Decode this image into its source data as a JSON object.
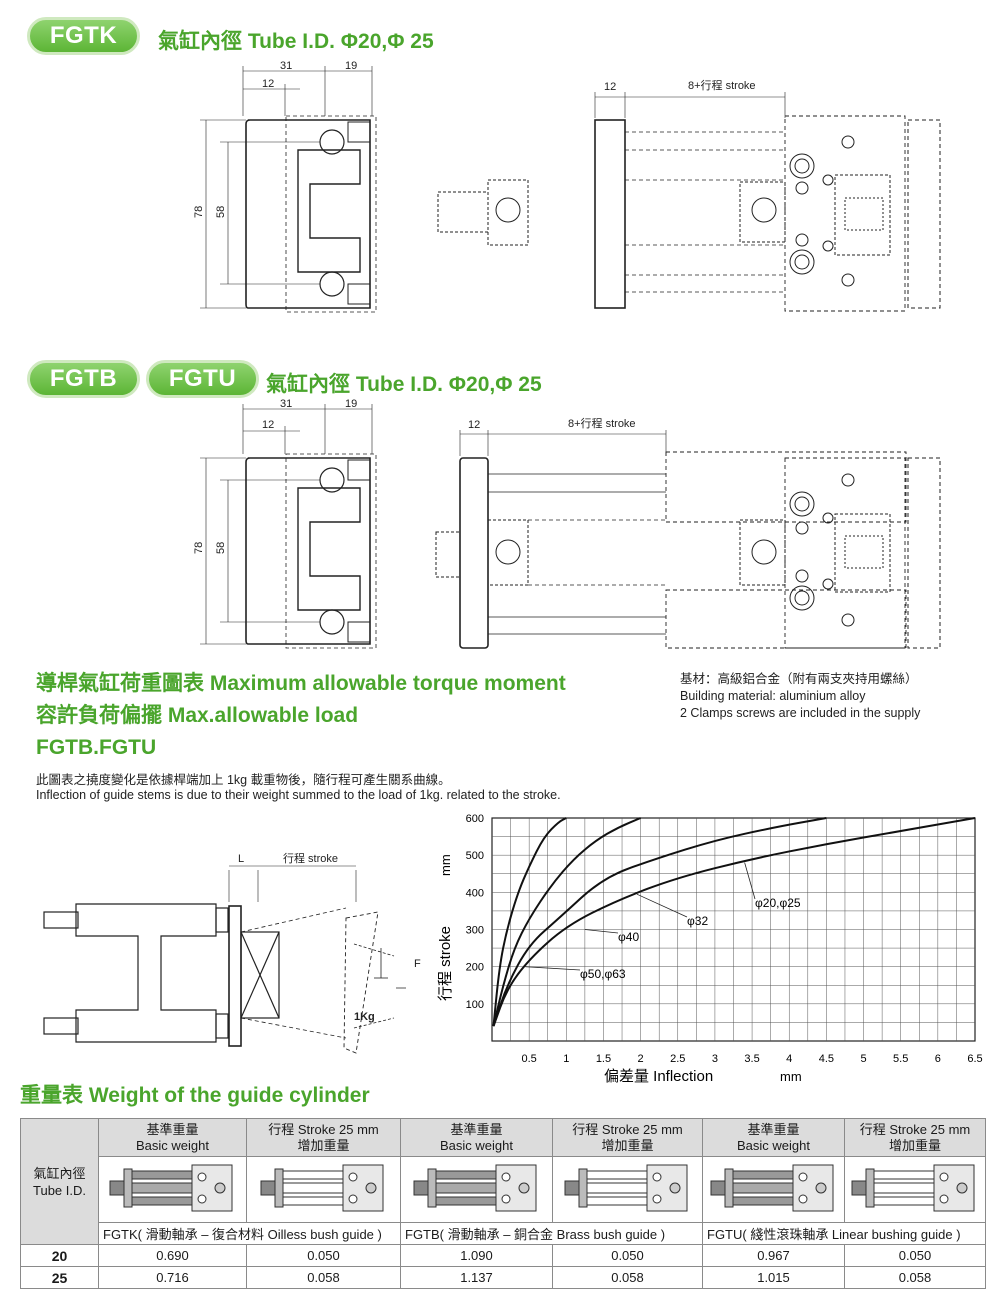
{
  "section1": {
    "badge": "FGTK",
    "title": "氣缸內徑 Tube I.D. Φ20,Φ 25",
    "dims": {
      "d31": "31",
      "d19": "19",
      "d12": "12",
      "d78": "78",
      "d58": "58",
      "d12b": "12",
      "stroke": "8+行程 stroke"
    }
  },
  "section2": {
    "badge1": "FGTB",
    "badge2": "FGTU",
    "title": "氣缸內徑 Tube I.D. Φ20,Φ 25",
    "dims": {
      "d31": "31",
      "d19": "19",
      "d12": "12",
      "d78": "78",
      "d58": "58",
      "d12b": "12",
      "stroke": "8+行程 stroke"
    }
  },
  "torque": {
    "line1": "導桿氣缸荷重圖表 Maximum allowable torque moment",
    "line2": "容許負荷偏擺 Max.allowable load",
    "line3": "FGTB.FGTU",
    "desc_cn": "此圖表之撓度變化是依據桿端加上 1kg 載重物後，隨行程可產生關系曲線。",
    "desc_en": "Inflection of guide stems is due to their weight summed to the load of 1kg. related to the stroke."
  },
  "material": {
    "line1": "基材：高級鋁合金（附有兩支夾持用螺絲）",
    "line2": "Building material: aluminium alloy",
    "line3": "2 Clamps screws are included in the supply"
  },
  "diagram": {
    "L": "L",
    "stroke": "行程 stroke",
    "F": "F",
    "load": "1Kg"
  },
  "chart_data": {
    "type": "line",
    "xlabel": "偏差量 Inflection",
    "xunit": "mm",
    "ylabel": "行程 stroke",
    "yunit": "mm",
    "xlim": [
      0,
      6.5
    ],
    "ylim": [
      0,
      600
    ],
    "xticks": [
      "0.5",
      "1",
      "1.5",
      "2",
      "2.5",
      "3",
      "3.5",
      "4",
      "4.5",
      "5",
      "5.5",
      "6",
      "6.5"
    ],
    "yticks": [
      "100",
      "200",
      "300",
      "400",
      "500",
      "600"
    ],
    "grid": true,
    "series": [
      {
        "name": "φ50,φ63",
        "x": [
          0.02,
          0.1,
          0.2,
          0.35,
          0.5,
          0.7,
          0.9,
          1.0
        ],
        "y": [
          40,
          200,
          300,
          400,
          470,
          550,
          590,
          600
        ]
      },
      {
        "name": "φ40",
        "x": [
          0.02,
          0.15,
          0.3,
          0.5,
          0.8,
          1.1,
          1.4,
          1.7,
          2.0
        ],
        "y": [
          40,
          150,
          250,
          330,
          420,
          490,
          540,
          575,
          600
        ]
      },
      {
        "name": "φ32",
        "x": [
          0.02,
          0.2,
          0.5,
          0.9,
          1.5,
          2.2,
          3.0,
          3.8,
          4.5
        ],
        "y": [
          40,
          150,
          260,
          330,
          440,
          490,
          540,
          575,
          600
        ]
      },
      {
        "name": "φ20,φ25",
        "x": [
          0.02,
          0.2,
          0.5,
          1.0,
          1.7,
          2.5,
          3.5,
          4.5,
          5.5,
          6.5
        ],
        "y": [
          40,
          140,
          220,
          310,
          380,
          440,
          490,
          530,
          565,
          600
        ]
      }
    ]
  },
  "weights": {
    "title": "重量表 Weight of the guide cylinder",
    "tube_label": "氣缸內徑\nTube I.D.",
    "headers": [
      {
        "cn": "基準重量",
        "en": "Basic weight"
      },
      {
        "cn": "行程 Stroke 25 mm",
        "en": "增加重量"
      },
      {
        "cn": "基準重量",
        "en": "Basic weight"
      },
      {
        "cn": "行程 Stroke 25 mm",
        "en": "增加重量"
      },
      {
        "cn": "基準重量",
        "en": "Basic weight"
      },
      {
        "cn": "行程 Stroke 25 mm",
        "en": "增加重量"
      }
    ],
    "groups": [
      "FGTK( 滑動軸承 – 復合材料 Oilless bush guide )",
      "FGTB( 滑動軸承 – 銅合金 Brass bush guide )",
      "FGTU( 綫性滾珠軸承 Linear bushing guide )"
    ],
    "rows": [
      {
        "size": "20",
        "values": [
          "0.690",
          "0.050",
          "1.090",
          "0.050",
          "0.967",
          "0.050"
        ]
      },
      {
        "size": "25",
        "values": [
          "0.716",
          "0.058",
          "1.137",
          "0.058",
          "1.015",
          "0.058"
        ]
      }
    ]
  }
}
